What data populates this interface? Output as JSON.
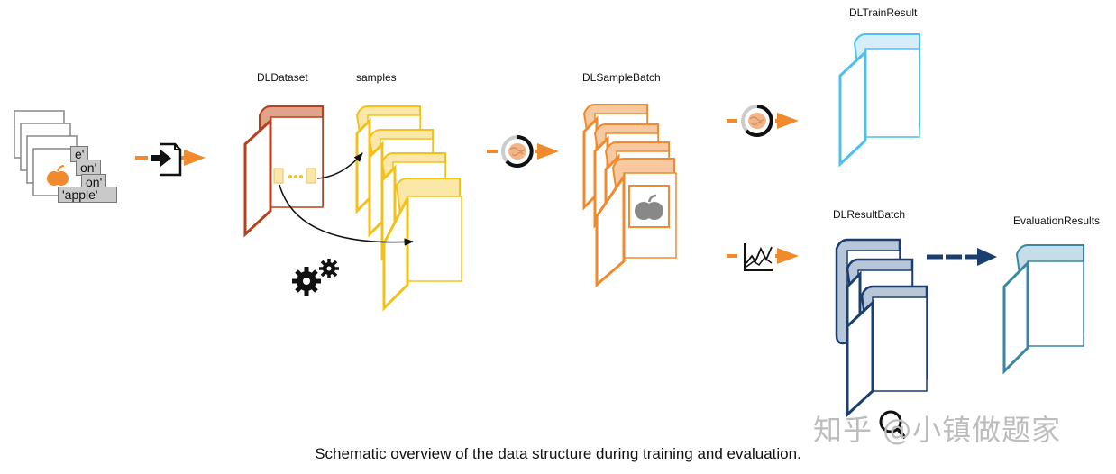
{
  "labels": {
    "dldataset": "DLDataset",
    "samples": "samples",
    "dlsamplebatch": "DLSampleBatch",
    "dltrainresult": "DLTrainResult",
    "dlresultbatch": "DLResultBatch",
    "evaluationresults": "EvaluationResults"
  },
  "image_tags": [
    "e'",
    "on'",
    "on'",
    "'apple'"
  ],
  "caption": "Schematic overview of the data structure during training and evaluation.",
  "watermark": "知乎 @小镇做题家",
  "colors": {
    "dataset": "#b5401d",
    "samples": "#f2c21b",
    "samplebatch": "#f08a2c",
    "trainresult": "#4fc0ee",
    "resultbatch": "#1a3f6e",
    "evaluation": "#3a86a5",
    "arrow_orange": "#f08a2c",
    "arrow_navy": "#1a3f6e"
  },
  "icons": [
    "apple-icon",
    "import-icon",
    "brain-icon",
    "chart-icon",
    "gears-icon",
    "magnifier-icon"
  ]
}
